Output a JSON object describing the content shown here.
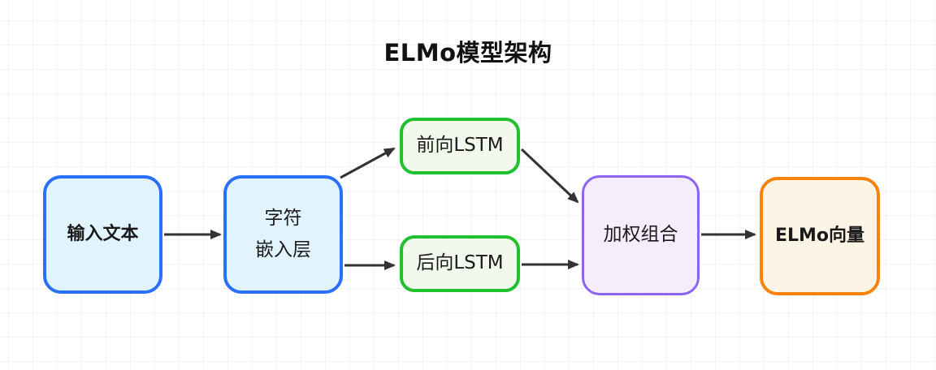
{
  "diagram": {
    "title": "ELMo模型架构",
    "nodes": {
      "input_text": {
        "label": "输入文本"
      },
      "char_embedding": {
        "label_line1": "字符",
        "label_line2": "嵌入层"
      },
      "forward_lstm": {
        "label": "前向LSTM"
      },
      "backward_lstm": {
        "label": "后向LSTM"
      },
      "weighted_combination": {
        "label": "加权组合"
      },
      "elmo_vector": {
        "label": "ELMo向量"
      }
    },
    "colors": {
      "blue_border": "#2970ff",
      "blue_fill": "#e1f3fd",
      "green_border": "#1fc12e",
      "green_fill": "#f2f8eb",
      "purple_border": "#8c63f2",
      "purple_fill": "#f6edfc",
      "orange_border": "#f7820d",
      "orange_fill": "#fcf5e6",
      "arrow": "#333333",
      "text": "#1a1a1a"
    }
  }
}
